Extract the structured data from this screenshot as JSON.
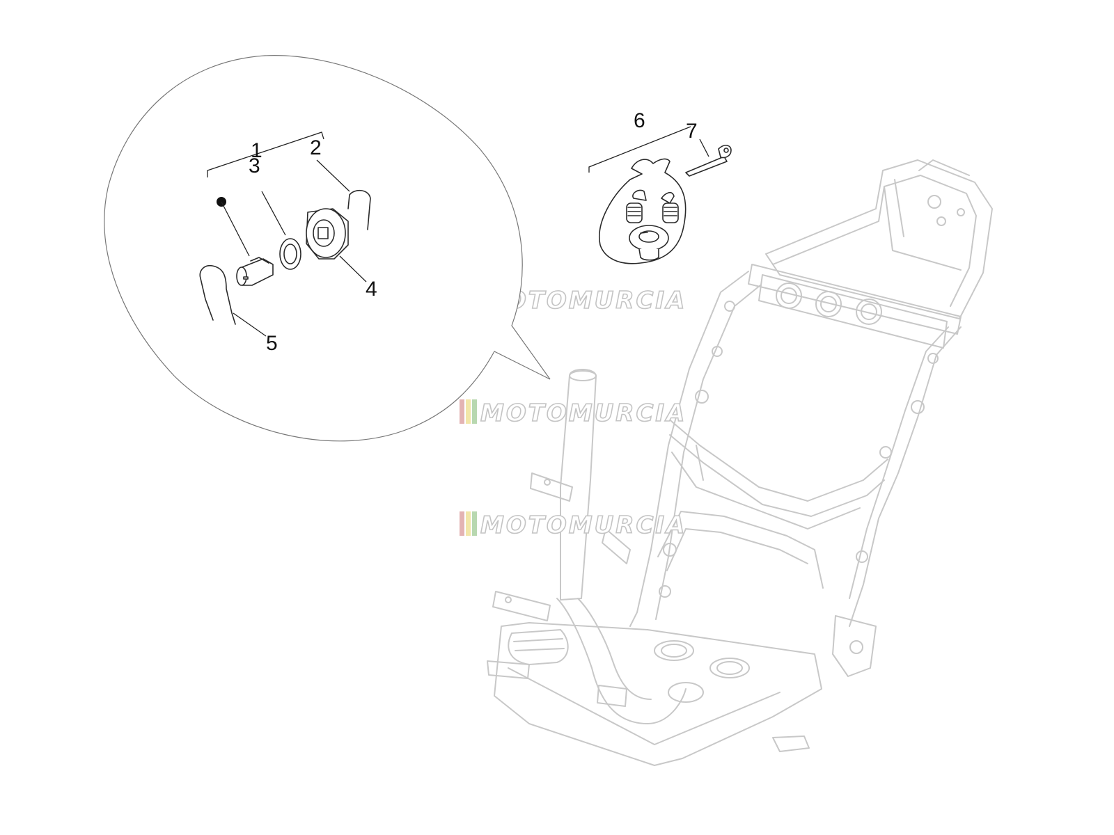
{
  "labels": {
    "callout_1": "1",
    "callout_2": "2",
    "callout_3": "3",
    "callout_4": "4",
    "callout_5": "5",
    "callout_6": "6",
    "callout_7": "7"
  },
  "watermark": {
    "text": "MOTOMURCIA",
    "stripe_colors": [
      "#e3b3b3",
      "#f2e6a8",
      "#b8d8b0"
    ]
  }
}
